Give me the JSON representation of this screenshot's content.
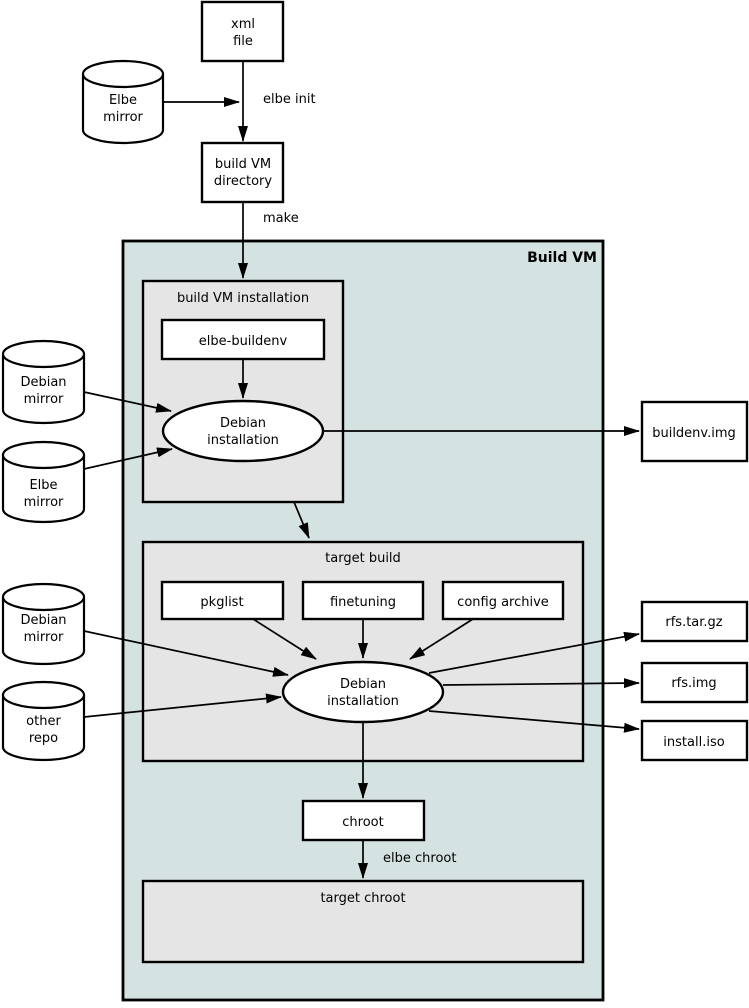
{
  "colors": {
    "page_background": "#ffffff",
    "vm_background": "#d5e2e2",
    "group_background": "#e5e5e5",
    "node_background": "#ffffff",
    "line": "#000000"
  },
  "container": {
    "label": "Build VM"
  },
  "edge_labels": {
    "elbe_init": "elbe init",
    "make": "make",
    "elbe_chroot": "elbe chroot"
  },
  "nodes": {
    "xml_file": {
      "lines": [
        "xml",
        "file"
      ]
    },
    "elbe_mirror_top": {
      "lines": [
        "Elbe",
        "mirror"
      ]
    },
    "build_vm_directory": {
      "lines": [
        "build VM",
        "directory"
      ]
    },
    "build_vm_installation": {
      "label": "build VM installation"
    },
    "elbe_buildenv": {
      "label": "elbe-buildenv"
    },
    "debian_installation_vm": {
      "lines": [
        "Debian",
        "installation"
      ]
    },
    "debian_mirror_vm": {
      "lines": [
        "Debian",
        "mirror"
      ]
    },
    "elbe_mirror_vm": {
      "lines": [
        "Elbe",
        "mirror"
      ]
    },
    "buildenv_img": {
      "label": "buildenv.img"
    },
    "target_build": {
      "label": "target build"
    },
    "pkglist": {
      "label": "pkglist"
    },
    "finetuning": {
      "label": "finetuning"
    },
    "config_archive": {
      "label": "config archive"
    },
    "debian_installation_target": {
      "lines": [
        "Debian",
        "installation"
      ]
    },
    "debian_mirror_target": {
      "lines": [
        "Debian",
        "mirror"
      ]
    },
    "other_repo": {
      "lines": [
        "other",
        "repo"
      ]
    },
    "rfs_tar_gz": {
      "label": "rfs.tar.gz"
    },
    "rfs_img": {
      "label": "rfs.img"
    },
    "install_iso": {
      "label": "install.iso"
    },
    "chroot": {
      "label": "chroot"
    },
    "target_chroot": {
      "label": "target chroot"
    }
  }
}
